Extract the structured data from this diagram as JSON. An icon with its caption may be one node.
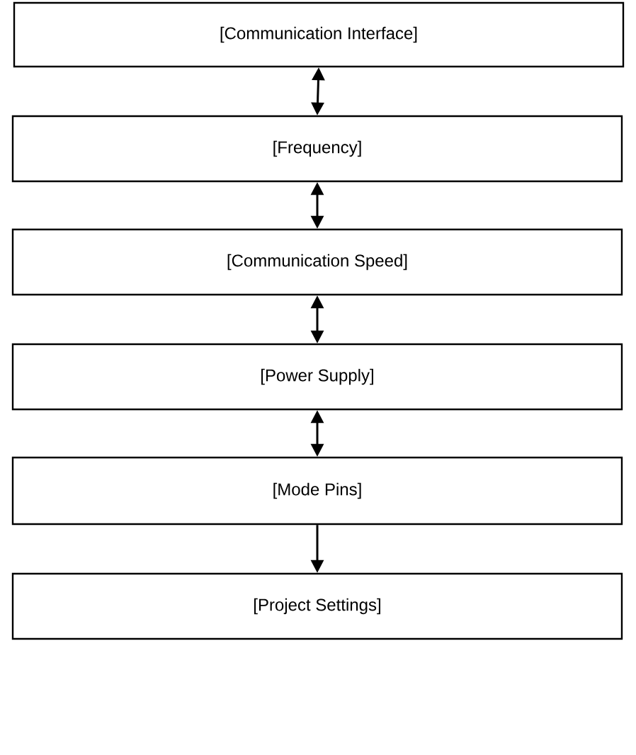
{
  "diagram": {
    "nodes": [
      {
        "text": [
          "[Communication Interface]"
        ]
      },
      {
        "text": [
          "[Frequency]"
        ]
      },
      {
        "text": [
          "[Communication Speed]"
        ]
      },
      {
        "text": [
          "[Power Supply]"
        ]
      },
      {
        "text": [
          "[Mode Pins]"
        ]
      },
      {
        "text": [
          "[Project Settings]"
        ]
      }
    ],
    "edges": [
      {
        "from": 0,
        "to": 1,
        "arrow": "both"
      },
      {
        "from": 1,
        "to": 2,
        "arrow": "both"
      },
      {
        "from": 2,
        "to": 3,
        "arrow": "both"
      },
      {
        "from": 3,
        "to": 4,
        "arrow": "both"
      },
      {
        "from": 4,
        "to": 5,
        "arrow": "to"
      }
    ]
  }
}
